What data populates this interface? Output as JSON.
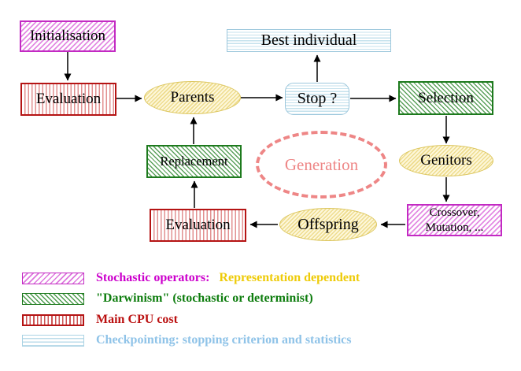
{
  "nodes": {
    "initialisation": "Initialisation",
    "evaluation_top": "Evaluation",
    "parents": "Parents",
    "best_individual": "Best individual",
    "stop": "Stop ?",
    "selection": "Selection",
    "genitors": "Genitors",
    "crossover_line1": "Crossover,",
    "crossover_line2": "Mutation, ...",
    "offspring": "Offspring",
    "evaluation_bottom": "Evaluation",
    "replacement": "Replacement",
    "generation": "Generation"
  },
  "legend": {
    "rows": [
      {
        "swatch": "magenta-diagonal-hatch",
        "text": "Stochastic operators:",
        "text2": "Representation dependent"
      },
      {
        "swatch": "green-diagonal-hatch",
        "text": "\"Darwinism\" (stochastic or determinist)"
      },
      {
        "swatch": "red-vertical-hatch",
        "text": "Main CPU cost"
      },
      {
        "swatch": "cyan-horizontal-hatch",
        "text": "Checkpointing: stopping criterion and statistics"
      }
    ]
  },
  "colors": {
    "magenta": "#cc22cc",
    "green_border": "#1d7a1d",
    "red_border": "#b51414",
    "cyan_border": "#9cc7dc",
    "yellow_border": "#dcc65e",
    "salmon_generation": "#ee8686",
    "gold_text": "#eecb08",
    "dark_green_text": "#0e7d0e",
    "dark_red_text": "#bb1111",
    "light_blue_text": "#8fc3e8"
  }
}
